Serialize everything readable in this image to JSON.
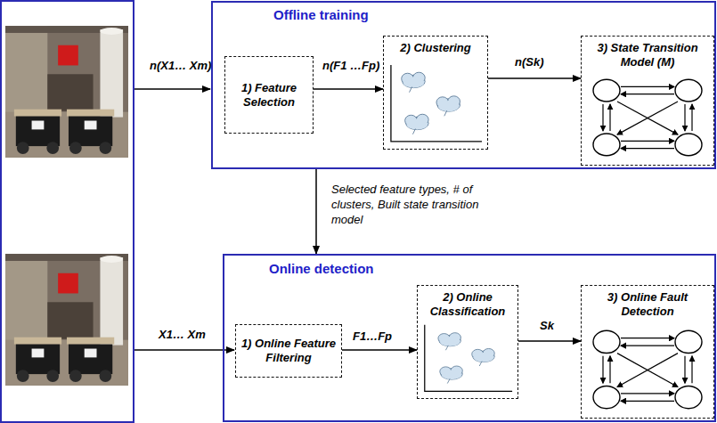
{
  "diagram": {
    "nodes": [
      {
        "text": [
          "Offline training"
        ]
      },
      {
        "text": [
          "1) Feature Selection"
        ],
        "in": 0
      },
      {
        "text": [
          "2) Clustering"
        ],
        "in": 0
      },
      {
        "text": [
          "3) State Transition Model (M)"
        ],
        "in": 0
      },
      {
        "text": [
          "Online detection"
        ]
      },
      {
        "text": [
          "1) Online Feature Filtering"
        ],
        "in": 4
      },
      {
        "text": [
          "2) Online Classification"
        ],
        "in": 4
      },
      {
        "text": [
          "3) Online Fault Detection"
        ],
        "in": 4
      }
    ],
    "edges": [
      {
        "from": 1,
        "to": 2,
        "label": "n(F1 …Fp)",
        "arrow": "to"
      },
      {
        "from": 2,
        "to": 3,
        "label": "n(Sk)",
        "arrow": "to"
      },
      {
        "from": 0,
        "to": 4,
        "label": "Selected feature types, # of clusters, Built state transition model",
        "arrow": "to"
      },
      {
        "from": 5,
        "to": 6,
        "label": "F1…Fp",
        "arrow": "to"
      },
      {
        "from": 6,
        "to": 7,
        "label": "Sk",
        "arrow": "to"
      }
    ],
    "labels": [
      "n(X1… Xm)",
      "X1… Xm"
    ]
  }
}
